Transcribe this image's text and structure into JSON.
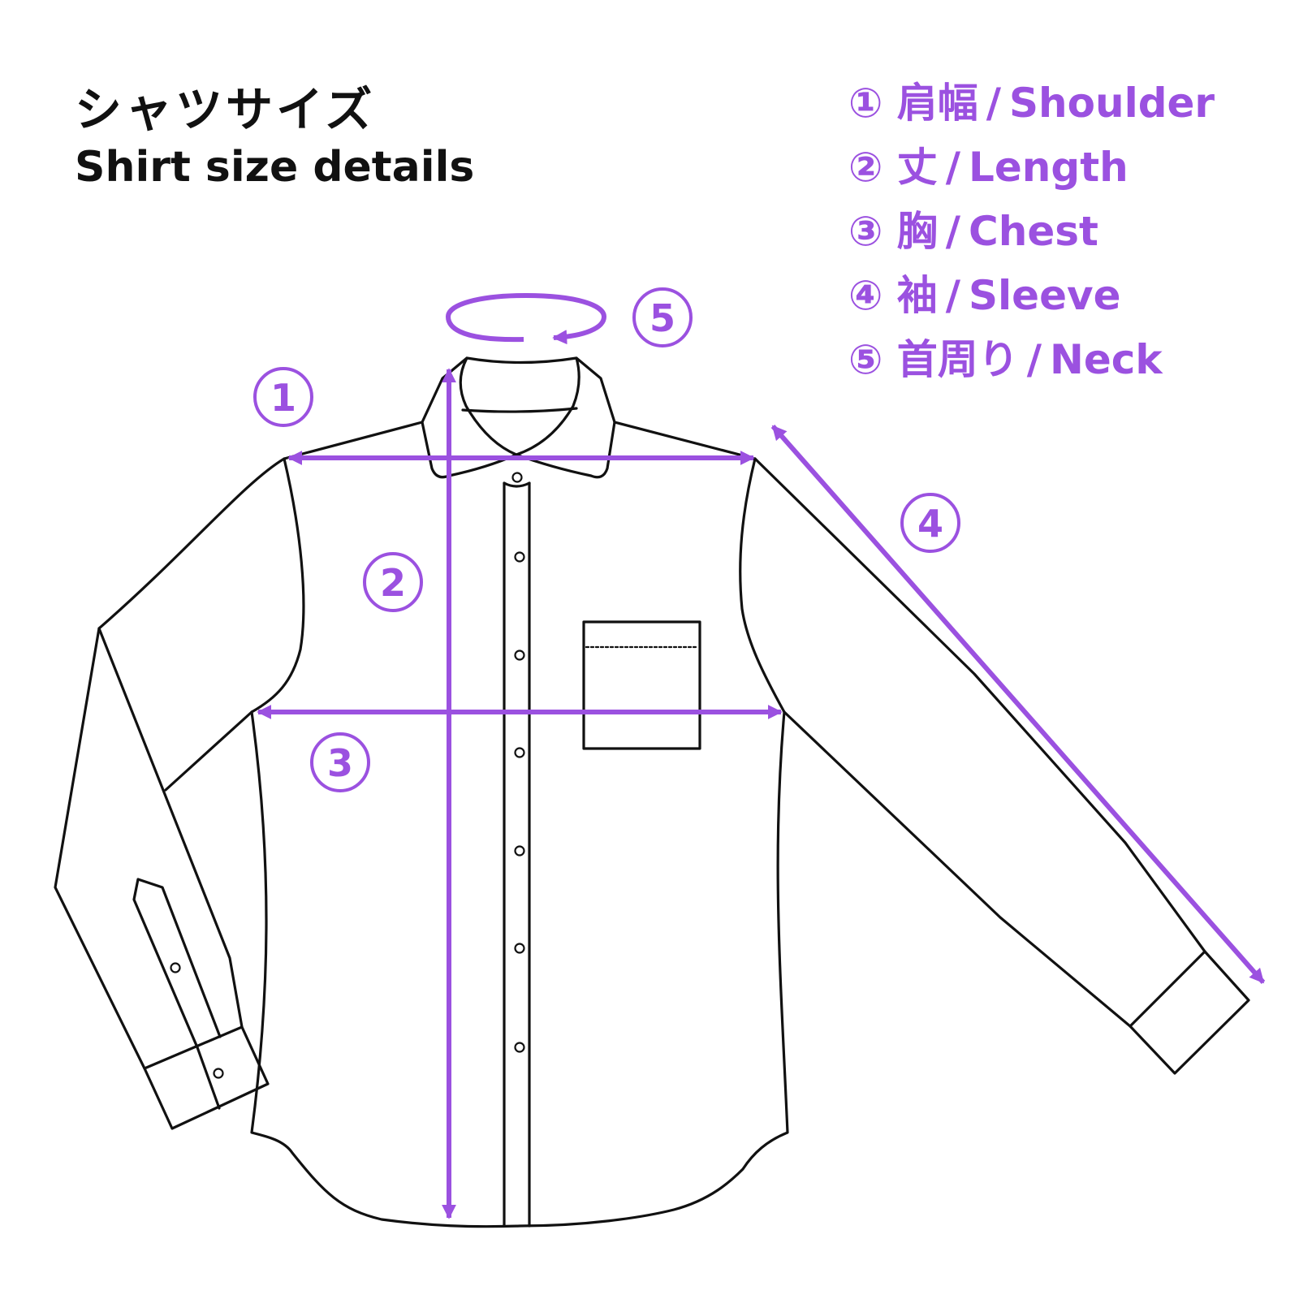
{
  "header": {
    "title_jp": "シャツサイズ",
    "title_en": "Shirt size details"
  },
  "legend": [
    {
      "number": "①",
      "jp": "肩幅",
      "en": "Shoulder"
    },
    {
      "number": "②",
      "jp": "丈",
      "en": "Length"
    },
    {
      "number": "③",
      "jp": "胸",
      "en": "Chest"
    },
    {
      "number": "④",
      "jp": "袖",
      "en": "Sleeve"
    },
    {
      "number": "⑤",
      "jp": "首周り",
      "en": "Neck"
    }
  ],
  "markers": {
    "shoulder": "1",
    "length": "2",
    "chest": "3",
    "sleeve": "4",
    "neck": "5"
  },
  "colors": {
    "accent": "#9b51e0",
    "outline": "#111111"
  }
}
